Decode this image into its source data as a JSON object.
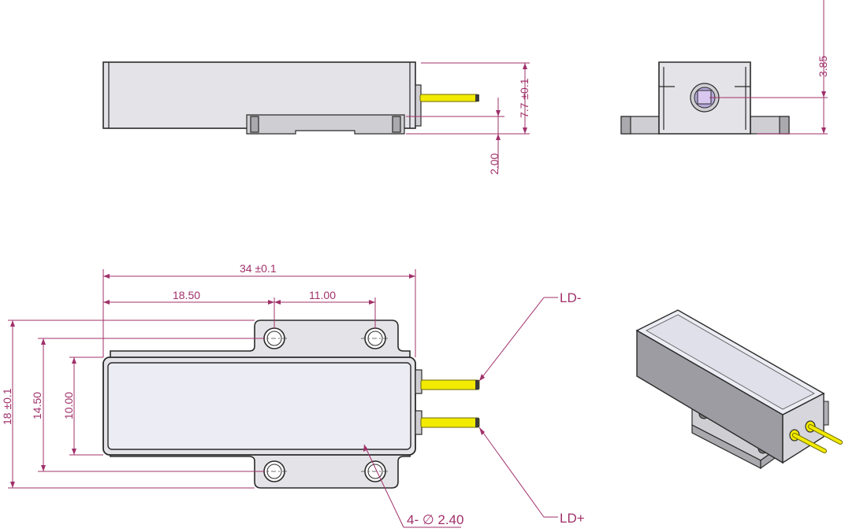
{
  "dimensions": {
    "height_side": "7.7 ±0.1",
    "flange_height": "2.00",
    "pin_height_end": "3.85",
    "overall_length": "34 ±0.1",
    "hole_offset": "18.50",
    "hole_spacing": "11.00",
    "overall_width": "18 ±0.1",
    "hole_row_spacing": "14.50",
    "body_width": "10.00",
    "hole_spec": "4- ∅ 2.40"
  },
  "leads": {
    "negative": "LD-",
    "positive": "LD+"
  },
  "colors": {
    "dimension": "#a0306a",
    "pin": "#f2ea00",
    "body": "#e4e4e8",
    "outline": "#2a2a2a"
  }
}
